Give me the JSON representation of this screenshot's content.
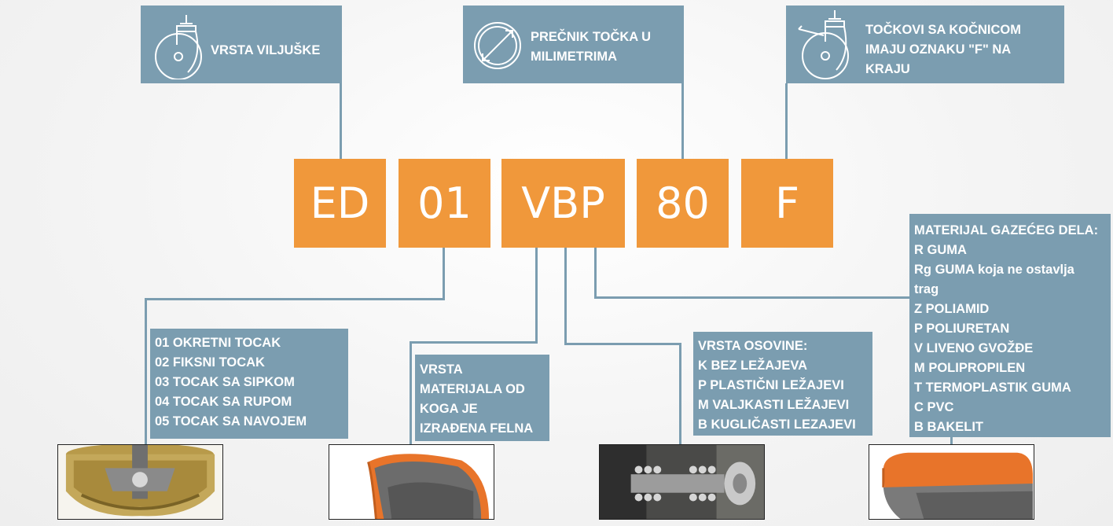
{
  "top_boxes": {
    "fork_type": {
      "label": "VRSTA VILJUŠKE",
      "icon": "caster-fork-icon"
    },
    "wheel_diameter": {
      "lines": [
        "PREČNIK TOČKA U",
        "MILIMETRIMA"
      ],
      "icon": "diameter-icon"
    },
    "brake": {
      "lines": [
        "TOČKOVI SA KOČNICOM",
        "IMAJU OZNAKU \"F\" NA",
        "KRAJU"
      ],
      "icon": "brake-caster-icon"
    }
  },
  "code_segments": [
    "ED",
    "01",
    "VBP",
    "80",
    "F"
  ],
  "bottom_boxes": {
    "wheel_types": {
      "lines": [
        "01 OKRETNI TOCAK",
        "02 FIKSNI TOCAK",
        "03 TOCAK SA SIPKOM",
        "04 TOCAK SA RUPOM",
        "05 TOCAK SA NAVOJEM"
      ]
    },
    "rim_material": {
      "lines": [
        "VRSTA",
        "MATERIJALA OD",
        "KOGA JE",
        "IZRAĐENA FELNA"
      ]
    },
    "axle_type": {
      "lines": [
        "VRSTA OSOVINE:",
        "K  BEZ LEŽAJEVA",
        "P PLASTIČNI LEŽAJEVI",
        "M VALJKASTI LEŽAJEVI",
        "B KUGLIČASTI LEZAJEVI"
      ]
    },
    "tread_material": {
      "lines": [
        "MATERIJAL GAZEĆEG DELA:",
        "R GUMA",
        "Rg GUMA koja ne ostavlja",
        "trag",
        "Z POLIAMID",
        "P POLIURETAN",
        "V LIVENO GVOŽĐE",
        "M POLIPROPILEN",
        "T TERMOPLASTIK GUMA",
        "C PVC",
        "B BAKELIT"
      ]
    }
  },
  "colors": {
    "box_blue": "#7b9db0",
    "code_orange": "#f0983b",
    "tread_orange": "#e8742a",
    "text_white": "#ffffff"
  }
}
